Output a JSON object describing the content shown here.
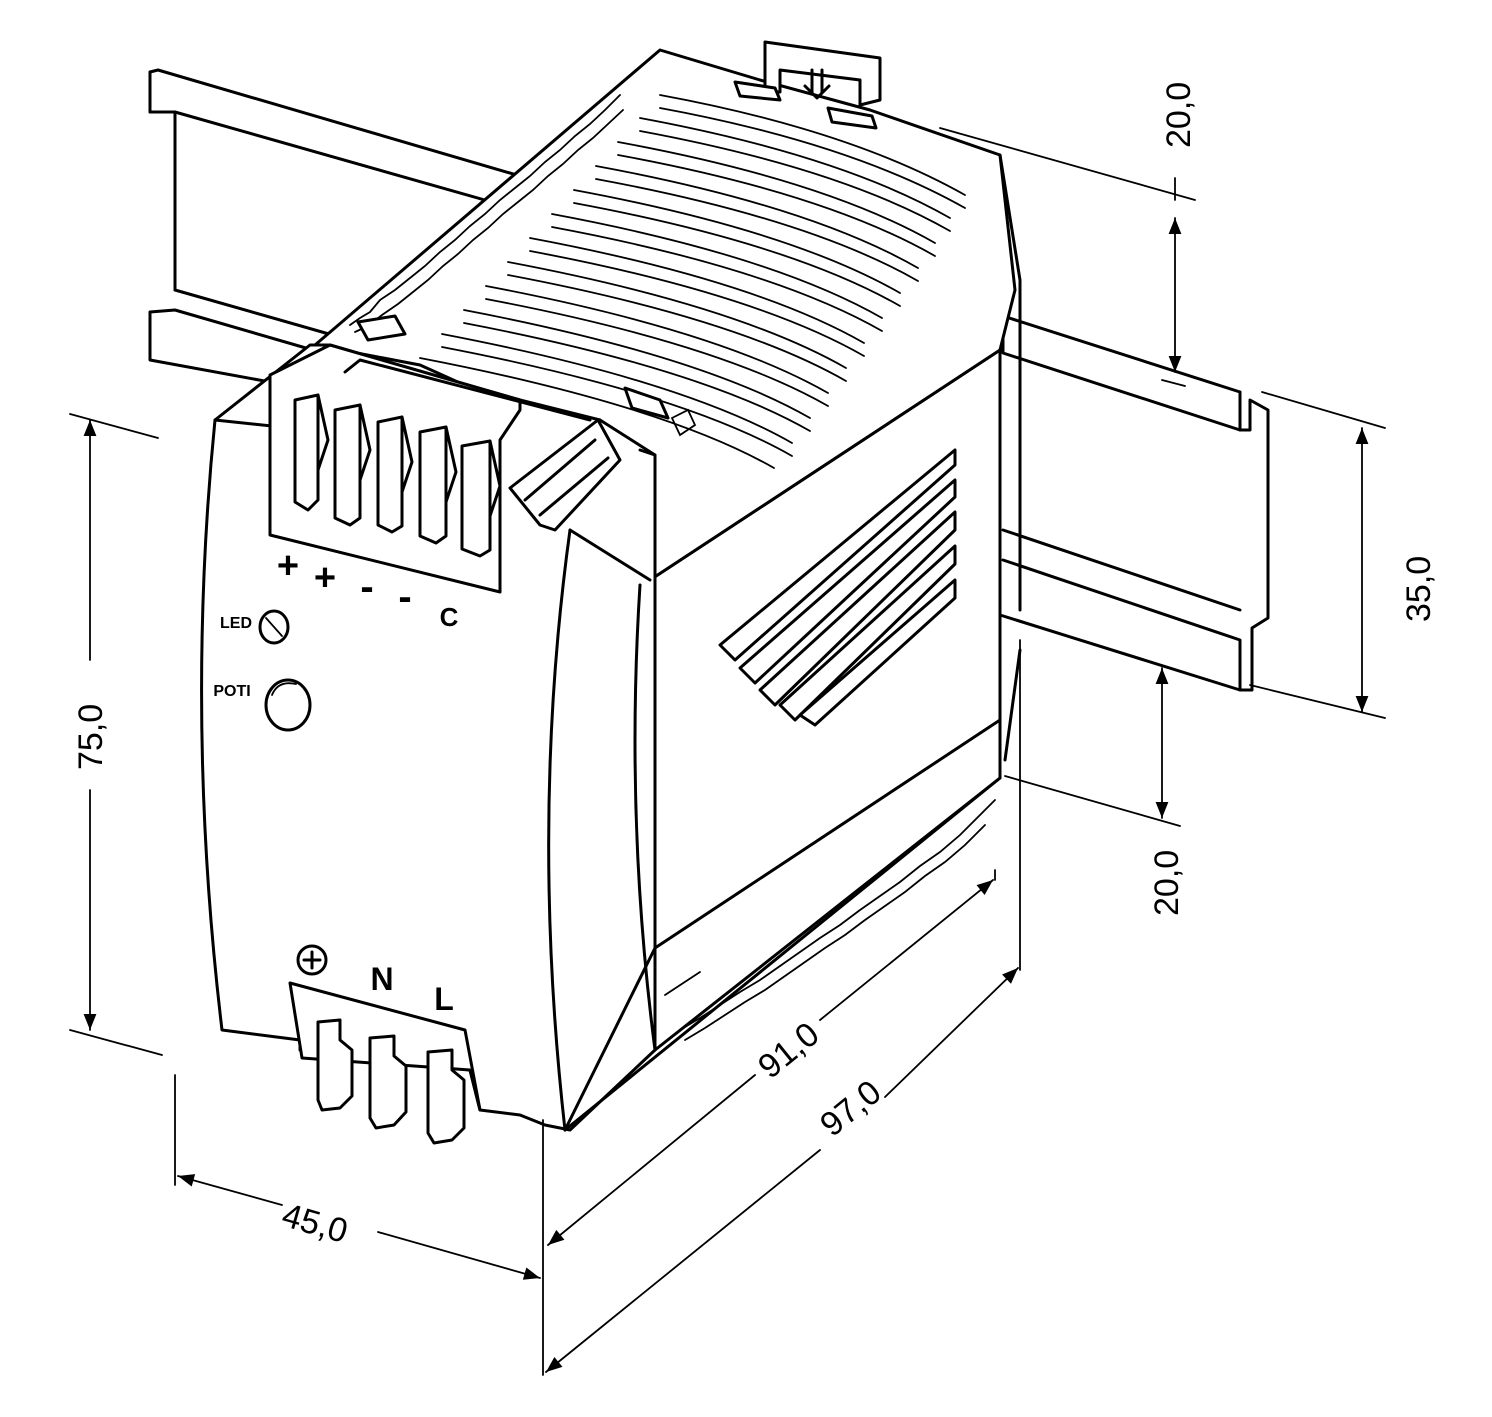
{
  "dimensions": {
    "top_clearance": "20,0",
    "rail_height": "35,0",
    "bottom_clearance": "20,0",
    "height": "75,0",
    "width": "45,0",
    "depth_body": "91,0",
    "depth_total": "97,0"
  },
  "front_labels": {
    "plus_1": "+",
    "plus_2": "+",
    "minus_1": "-",
    "minus_2": "-",
    "c": "C",
    "led": "LED",
    "poti": "POTI",
    "n": "N",
    "l": "L"
  }
}
